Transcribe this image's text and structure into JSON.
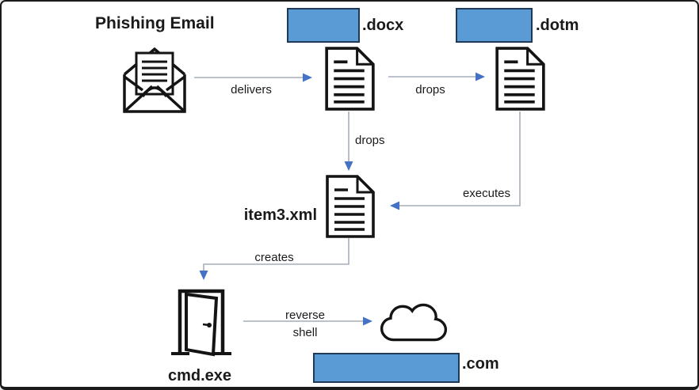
{
  "title": "Phishing Email",
  "nodes": {
    "docx_file": {
      "extension_label": ".docx",
      "name_redacted": true
    },
    "dotm_file": {
      "extension_label": ".dotm",
      "name_redacted": true
    },
    "xml_file": {
      "label": "item3.xml"
    },
    "shell": {
      "label": "cmd.exe"
    },
    "c2_domain": {
      "extension_label": ".com",
      "name_redacted": true
    }
  },
  "edges": {
    "delivers": "delivers",
    "drops_docx_to_dotm": "drops",
    "drops_docx_to_xml": "drops",
    "executes": "executes",
    "creates": "creates",
    "reverse_shell": {
      "line1": "reverse",
      "line2": "shell"
    }
  },
  "icons": {
    "email": "open-envelope-icon",
    "docx_file": "document-icon",
    "dotm_file": "document-icon",
    "xml_file": "document-icon",
    "shell": "open-door-icon",
    "c2": "cloud-icon"
  },
  "colors": {
    "background": "#ffffff",
    "frame_border": "#1a1a1a",
    "text": "#1a1a1a",
    "redaction_fill": "#5b9bd5",
    "redaction_border": "#1e3a56",
    "connector_line": "#a6aebc",
    "arrow_head": "#4472c4",
    "icon_stroke": "#141414"
  }
}
